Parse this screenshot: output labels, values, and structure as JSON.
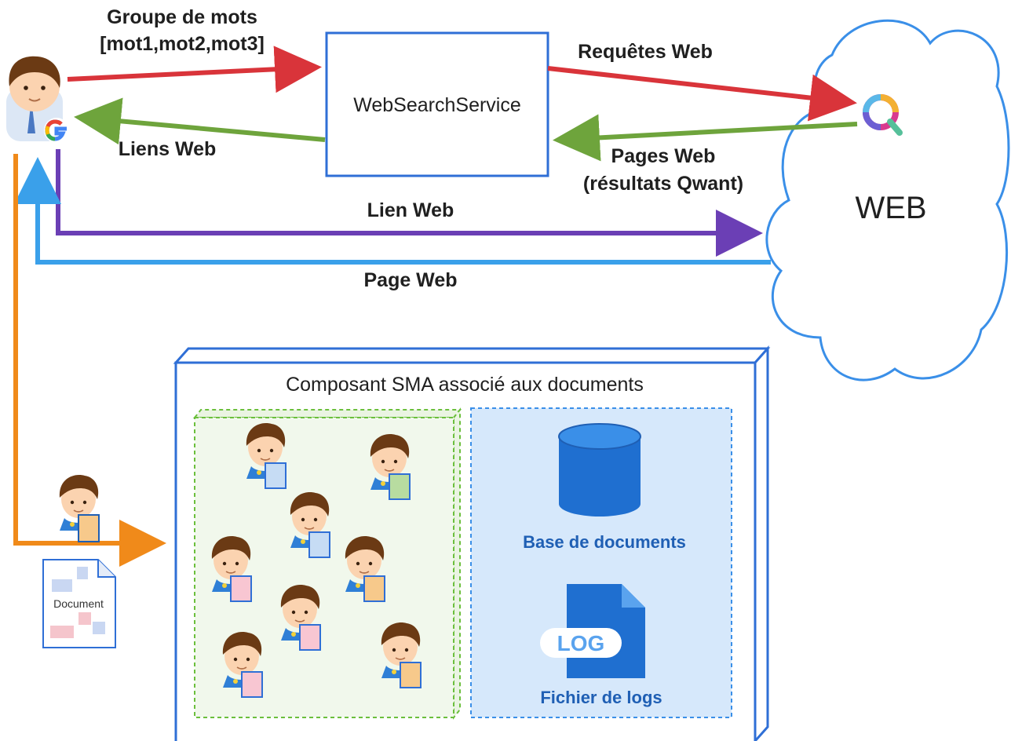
{
  "arrows": {
    "words_group_line1": "Groupe de mots",
    "words_group_line2": "[mot1,mot2,mot3]",
    "web_requests": "Requêtes Web",
    "web_links": "Liens Web",
    "web_pages_line1": "Pages Web",
    "web_pages_line2": "(résultats Qwant)",
    "web_link": "Lien Web",
    "web_page": "Page Web"
  },
  "service": {
    "name": "WebSearchService"
  },
  "cloud": {
    "label": "WEB"
  },
  "component": {
    "title": "Composant SMA associé aux documents",
    "database_label": "Base de documents",
    "log_badge": "LOG",
    "log_label": "Fichier de logs"
  },
  "document_icon": {
    "label": "Document"
  },
  "colors": {
    "red": "#d9343a",
    "green": "#6ea43c",
    "purple": "#6b3fb5",
    "blue": "#3aa0ea",
    "orange": "#f08a1a",
    "box_blue": "#2f6fd6",
    "db_blue": "#1f6fd0"
  }
}
